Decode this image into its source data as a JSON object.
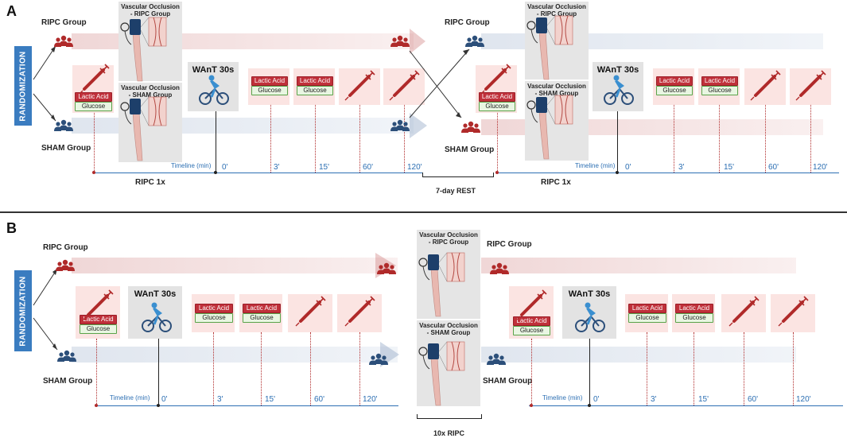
{
  "colors": {
    "red": "#b02a2a",
    "blue": "#2c4f7a",
    "timeline": "#2c6fb3",
    "randomization_bg": "#3a7cc0",
    "lactic": "#c0303a",
    "glucose_border": "#5aa34a"
  },
  "icons": [
    "people-group-icon",
    "syringe-icon",
    "cyclist-icon",
    "blood-pressure-cuff-icon",
    "vessel-occlusion-icon"
  ],
  "panel_a": {
    "letter": "A",
    "randomization": "RANDOMIZATION",
    "ripc_group": "RIPC Group",
    "sham_group": "SHAM Group",
    "vocc_ripc": "Vascular Occlusion - RIPC Group",
    "vocc_sham": "Vascular Occlusion - SHAM Group",
    "want": "WAnT 30s",
    "lactic": "Lactic Acid",
    "glucose": "Glucose",
    "timeline_label": "Timeline (min)",
    "times": [
      "0'",
      "3'",
      "15'",
      "60'",
      "120'"
    ],
    "ripc_label": "RIPC 1x",
    "rest_label": "7-day REST"
  },
  "panel_b": {
    "letter": "B",
    "randomization": "RANDOMIZATION",
    "ripc_group": "RIPC Group",
    "sham_group": "SHAM Group",
    "vocc_ripc": "Vascular Occlusion - RIPC Group",
    "vocc_sham": "Vascular Occlusion - SHAM Group",
    "want": "WAnT 30s",
    "lactic": "Lactic Acid",
    "glucose": "Glucose",
    "timeline_label": "Timeline (min)",
    "times": [
      "0'",
      "3'",
      "15'",
      "60'",
      "120'"
    ],
    "ripc_label": "10x RIPC"
  }
}
